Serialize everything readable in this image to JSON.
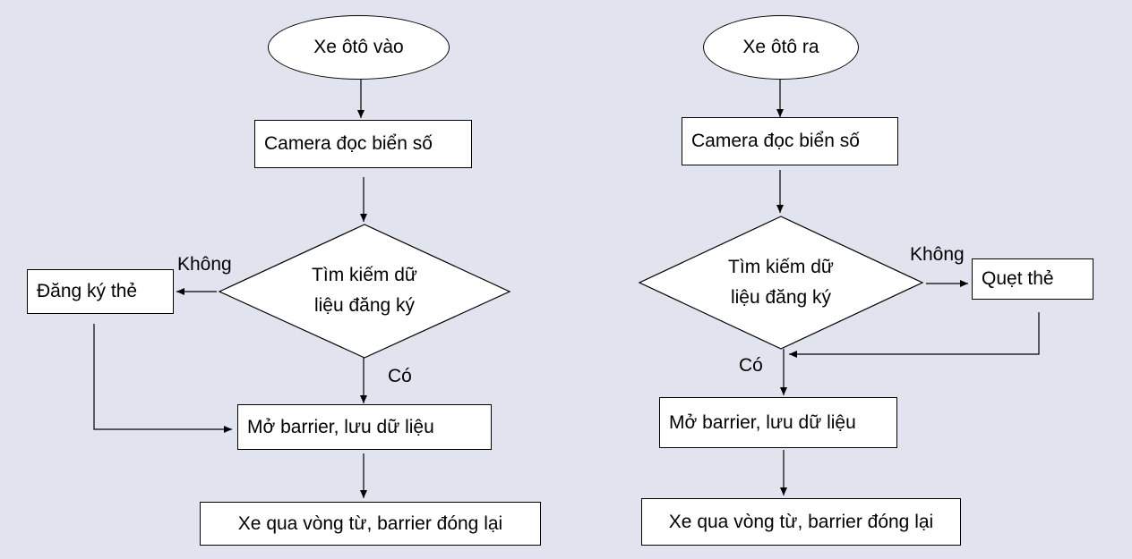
{
  "left_flow": {
    "start": "Xe ôtô vào",
    "camera": "Camera đọc biển số",
    "decision_line1": "Tìm kiếm dữ",
    "decision_line2": "liệu đăng ký",
    "no_label": "Không",
    "no_action": "Đăng ký thẻ",
    "yes_label": "Có",
    "open": "Mở barrier, lưu dữ liệu",
    "close": "Xe qua vòng từ, barrier đóng lại"
  },
  "right_flow": {
    "start": "Xe ôtô ra",
    "camera": "Camera đọc biển số",
    "decision_line1": "Tìm kiếm dữ",
    "decision_line2": "liệu đăng ký",
    "no_label": "Không",
    "no_action": "Quẹt thẻ",
    "yes_label": "Có",
    "open": "Mở barrier, lưu dữ liệu",
    "close": "Xe qua vòng từ, barrier đóng lại"
  }
}
